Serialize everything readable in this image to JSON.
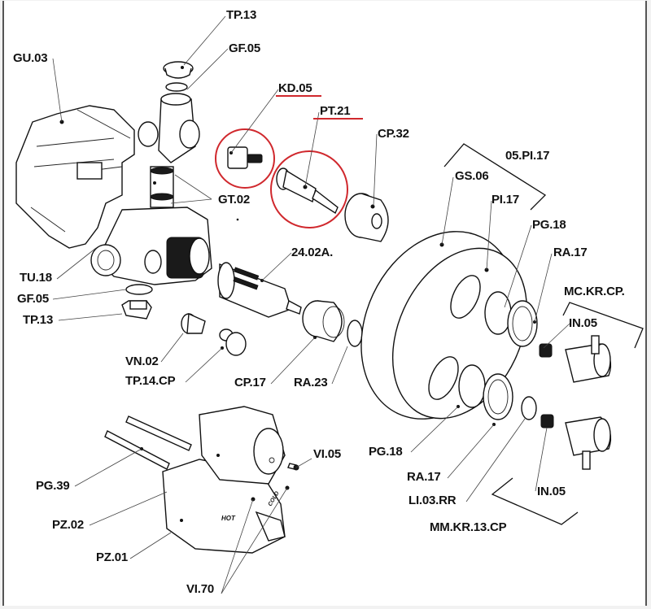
{
  "diagram": {
    "type": "exploded-parts-diagram",
    "subject": "thermostatic shower mixer valve",
    "highlight_color": "#d0282d",
    "labels": {
      "tp13_top": "TP.13",
      "gf05_top": "GF.05",
      "gu03": "GU.03",
      "kd05": "KD.05",
      "pt21": "PT.21",
      "cp32": "CP.32",
      "group_05pi17": "05.PI.17",
      "gs06": "GS.06",
      "pi17": "PI.17",
      "gt02": "GT.02",
      "pg18_top": "PG.18",
      "ra17_top": "RA.17",
      "group_mckrcp": "MC.KR.CP.",
      "tu18": "TU.18",
      "cartridge": "24.02A.",
      "in05_top": "IN.05",
      "gf05_bottom": "GF.05",
      "tp13_bottom": "TP.13",
      "vn02": "VN.02",
      "tp14cp": "TP.14.CP",
      "cp17": "CP.17",
      "ra23": "RA.23",
      "pg18_bottom": "PG.18",
      "vi05": "VI.05",
      "ra17_bottom": "RA.17",
      "pg39": "PG.39",
      "li03rr": "LI.03.RR",
      "in05_bottom": "IN.05",
      "pz02": "PZ.02",
      "group_mmkr13cp": "MM.KR.13.CP",
      "pz01": "PZ.01",
      "vi70": "VI.70"
    },
    "highlighted_parts": [
      "KD.05",
      "PT.21"
    ],
    "body_markings": [
      "HOT",
      "COLD"
    ]
  }
}
